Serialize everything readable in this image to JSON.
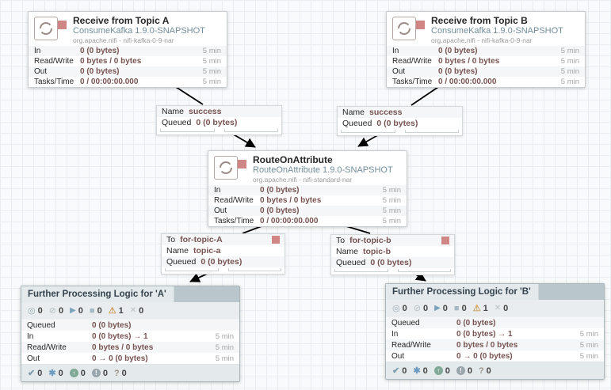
{
  "labels": {
    "in": "In",
    "read_write": "Read/Write",
    "out": "Out",
    "tasks_time": "Tasks/Time",
    "queued": "Queued",
    "name": "Name",
    "to": "To"
  },
  "processors": [
    {
      "title": "Receive from Topic A",
      "type": "ConsumeKafka 1.9.0-SNAPSHOT",
      "bundle": "org.apache.nifi - nifi-kafka-0-9-nar",
      "in": "0 (0 bytes)",
      "read_write": "0 bytes / 0 bytes",
      "out": "0 (0 bytes)",
      "tasks_time": "0 / 00:00:00.000",
      "window": "5 min"
    },
    {
      "title": "Receive from Topic B",
      "type": "ConsumeKafka 1.9.0-SNAPSHOT",
      "bundle": "org.apache.nifi - nifi-kafka-0-9-nar",
      "in": "0 (0 bytes)",
      "read_write": "0 bytes / 0 bytes",
      "out": "0 (0 bytes)",
      "tasks_time": "0 / 00:00:00.000",
      "window": "5 min"
    },
    {
      "title": "RouteOnAttribute",
      "type": "RouteOnAttribute 1.9.0-SNAPSHOT",
      "bundle": "org.apache.nifi - nifi-standard-nar",
      "in": "0 (0 bytes)",
      "read_write": "0 bytes / 0 bytes",
      "out": "0 (0 bytes)",
      "tasks_time": "0 / 00:00:00.000",
      "window": "5 min"
    }
  ],
  "connections": [
    {
      "name": "success",
      "queued": "0 (0 bytes)"
    },
    {
      "name": "success",
      "queued": "0 (0 bytes)"
    },
    {
      "to": "for-topic-A",
      "name": "topic-a",
      "queued": "0 (0 bytes)"
    },
    {
      "to": "for-topic-b",
      "name": "topic-b",
      "queued": "0 (0 bytes)"
    }
  ],
  "process_groups": [
    {
      "title": "Further Processing Logic for 'A'",
      "counts": {
        "transmitting": "0",
        "not_transmitting": "0",
        "running": "0",
        "stopped": "0",
        "invalid": "1",
        "disabled": "0"
      },
      "queued": "0 (0 bytes)",
      "in": "0 (0 bytes) → 1",
      "read_write": "0 bytes / 0 bytes",
      "out": "0 → 0 (0 bytes)",
      "window": "5 min",
      "versions": {
        "up_to_date": "0",
        "locally_modified": "0",
        "stale": "0",
        "locally_modified_and_stale": "0",
        "sync_failure": "0"
      }
    },
    {
      "title": "Further Processing Logic for 'B'",
      "counts": {
        "transmitting": "0",
        "not_transmitting": "0",
        "running": "0",
        "stopped": "0",
        "invalid": "1",
        "disabled": "0"
      },
      "queued": "0 (0 bytes)",
      "in": "0 (0 bytes) → 1",
      "read_write": "0 bytes / 0 bytes",
      "out": "0 → 0 (0 bytes)",
      "window": "5 min",
      "versions": {
        "up_to_date": "0",
        "locally_modified": "0",
        "stale": "0",
        "locally_modified_and_stale": "0",
        "sync_failure": "0"
      }
    }
  ],
  "icons": {
    "transmitting": "◎",
    "not_transmitting": "⊘",
    "running": "▶",
    "stopped": "■",
    "invalid": "⚠",
    "disabled": "✕",
    "up_to_date": "✔",
    "locally_modified": "✱",
    "stale": "↑",
    "locally_modified_and_stale": "!",
    "sync_failure": "?"
  },
  "colors": {
    "stopped_red": "#d18686",
    "invalid_amber": "#cf9f5d",
    "value_text": "#775351",
    "type_text": "#728e9b",
    "running_blue": "#7aa2ba"
  }
}
